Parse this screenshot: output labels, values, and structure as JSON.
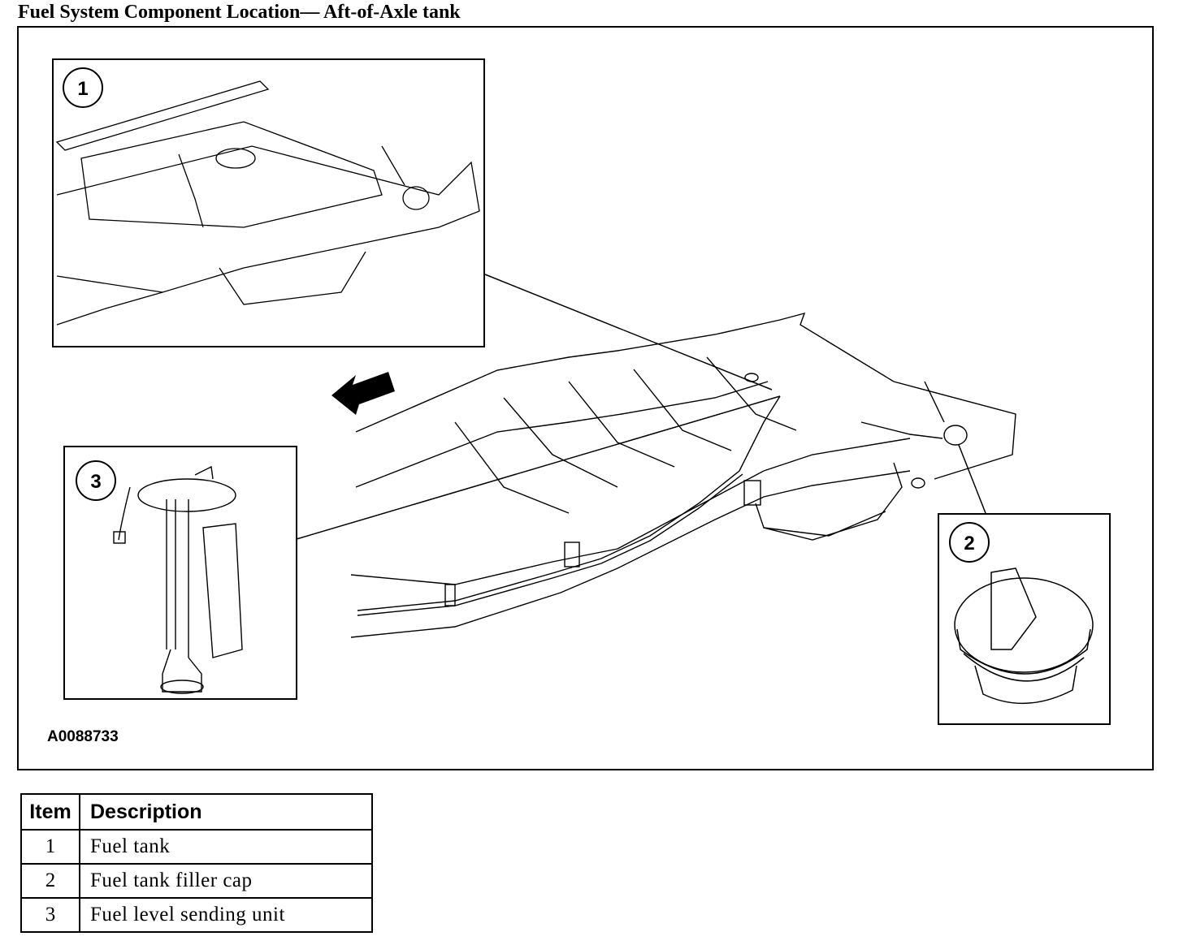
{
  "title": "Fuel System Component Location— Aft-of-Axle tank",
  "figure": {
    "figure_id": "A0088733",
    "callouts": [
      {
        "number": "1"
      },
      {
        "number": "2"
      },
      {
        "number": "3"
      }
    ]
  },
  "legend": {
    "headers": {
      "item": "Item",
      "description": "Description"
    },
    "rows": [
      {
        "item": "1",
        "description": "Fuel tank"
      },
      {
        "item": "2",
        "description": "Fuel tank filler cap"
      },
      {
        "item": "3",
        "description": "Fuel level sending unit"
      }
    ]
  }
}
